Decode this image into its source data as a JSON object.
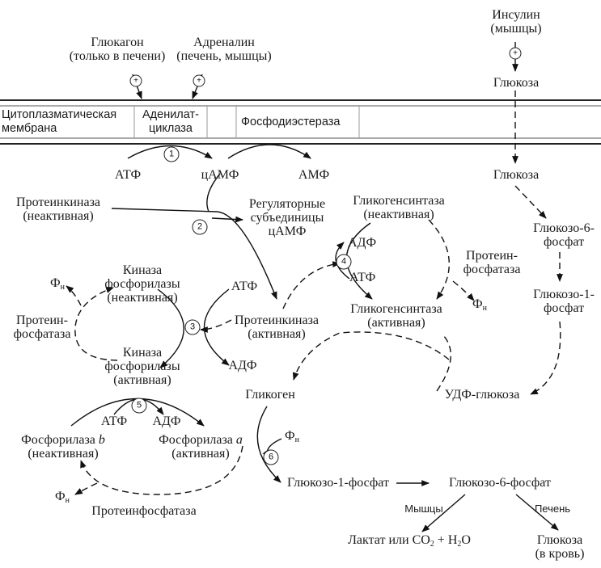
{
  "membrane": {
    "label": "Цитоплазматическая\nмембрана",
    "adenylate_cyclase": "Аденилат-\nциклаза",
    "phosphodiesterase": "Фосфодиэстераза"
  },
  "hormones": {
    "glucagon": "Глюкагон\n(только в печени)",
    "adrenaline": "Адреналин\n(печень, мышцы)",
    "insulin": "Инсулин\n(мышцы)",
    "activation_symbol": "+"
  },
  "steps": [
    "1",
    "2",
    "3",
    "4",
    "5",
    "6"
  ],
  "nodes": {
    "atp1": "АТФ",
    "camp": "цАМФ",
    "amp": "АМФ",
    "pk_inactive": "Протеинкиназа\n(неактивная)",
    "regulatory": "Регуляторные\nсубъединицы\nцАМФ",
    "pk_active": "Протеинкиназа\n(активная)",
    "glycogen_synthase_inactive": "Гликогенсинтаза\n(неактивная)",
    "adp4": "АДФ",
    "atp4": "АТФ",
    "protein_phosphatase_right": "Протеин-\nфосфатаза",
    "pi_right": "Ф",
    "glycogen_synthase_active": "Гликогенсинтаза\n(активная)",
    "pi_left": "Ф",
    "phk_inactive": "Киназа\nфосфорилазы\n(неактивная)",
    "atp3": "АТФ",
    "protein_phosphatase_left": "Протеин-\nфосфатаза",
    "phk_active": "Киназа\nфосфорилазы\n(активная)",
    "adp3": "АДФ",
    "glucose_membrane": "Глюкоза",
    "glucose_inside": "Глюкоза",
    "g6p": "Глюкозо-6-\nфосфат",
    "g1p": "Глюкозо-1-\nфосфат",
    "udp_glucose": "УДФ-глюкоза",
    "glycogen": "Гликоген",
    "atp5": "АТФ",
    "adp5": "АДФ",
    "phosphorylase_b_word": "Фосфорилаза ",
    "phosphorylase_b_letter": "b",
    "phosphorylase_b_state": "(неактивная)",
    "phosphorylase_a_word": "Фосфорилаза ",
    "phosphorylase_a_letter": "a",
    "phosphorylase_a_state": "(активная)",
    "pi6": "Ф",
    "glucose1p": "Глюкозо-1-фосфат",
    "glucose6p": "Глюкозо-6-фосфат",
    "pi_bottom": "Ф",
    "protein_phosphatase_bottom": "Протеинфосфатаза",
    "muscles": "Мышцы",
    "liver": "Печень",
    "lactate_part1": "Лактат или CO",
    "lactate_sub1": "2",
    "lactate_part2": " + H",
    "lactate_sub2": "2",
    "lactate_part3": "O",
    "glucose_blood": "Глюкоза\n(в кровь)",
    "pi_sub": "н"
  }
}
